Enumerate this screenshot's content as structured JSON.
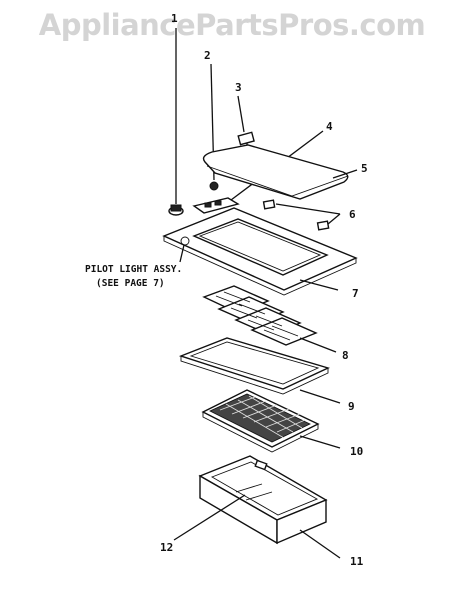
{
  "watermark": "AppliancePartsPros.com",
  "callouts": {
    "c1": "1",
    "c2": "2",
    "c3": "3",
    "c4": "4",
    "c5": "5",
    "c6": "6",
    "c7": "7",
    "c8": "8",
    "c9": "9",
    "c10": "10",
    "c11": "11",
    "c12": "12"
  },
  "note": {
    "line1": "PILOT LIGHT ASSY.",
    "line2": "(SEE PAGE 7)"
  }
}
